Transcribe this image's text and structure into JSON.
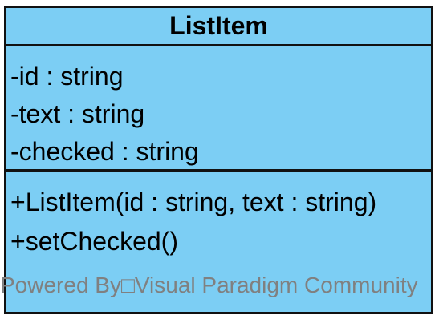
{
  "class_diagram": {
    "title": "ListItem",
    "attributes": [
      {
        "text": "-id : string"
      },
      {
        "text": "-text : string"
      },
      {
        "text": "-checked : string"
      }
    ],
    "operations": [
      {
        "text": "+ListItem(id : string, text : string)"
      },
      {
        "text": "+setChecked()"
      }
    ],
    "watermark": "Powered By□Visual Paradigm Community"
  },
  "colors": {
    "box_fill": "#7ccef4",
    "box_border": "#111111",
    "watermark_text": "#808080"
  }
}
